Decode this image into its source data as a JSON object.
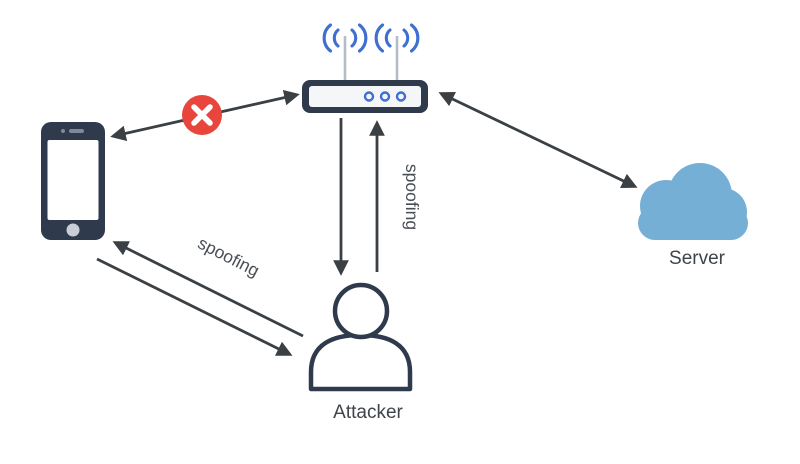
{
  "labels": {
    "server": "Server",
    "attacker": "Attacker",
    "spoofing_vertical": "spoofing",
    "spoofing_diagonal": "spoofing"
  },
  "icons": {
    "phone": "smartphone-icon",
    "router": "wifi-router-icon",
    "wifi": "wifi-signal-icon",
    "blocked": "blocked-x-icon",
    "cloud": "cloud-server-icon",
    "attacker": "attacker-person-icon"
  },
  "colors": {
    "background": "#ffffff",
    "device_navy": "#2f3a4d",
    "arrow": "#3b4044",
    "blocked_red": "#e8453c",
    "accent_blue": "#3f6fd0",
    "cloud_blue": "#76afd6",
    "antenna_gray": "#b5bcc6",
    "label_text": "#3f4449"
  }
}
